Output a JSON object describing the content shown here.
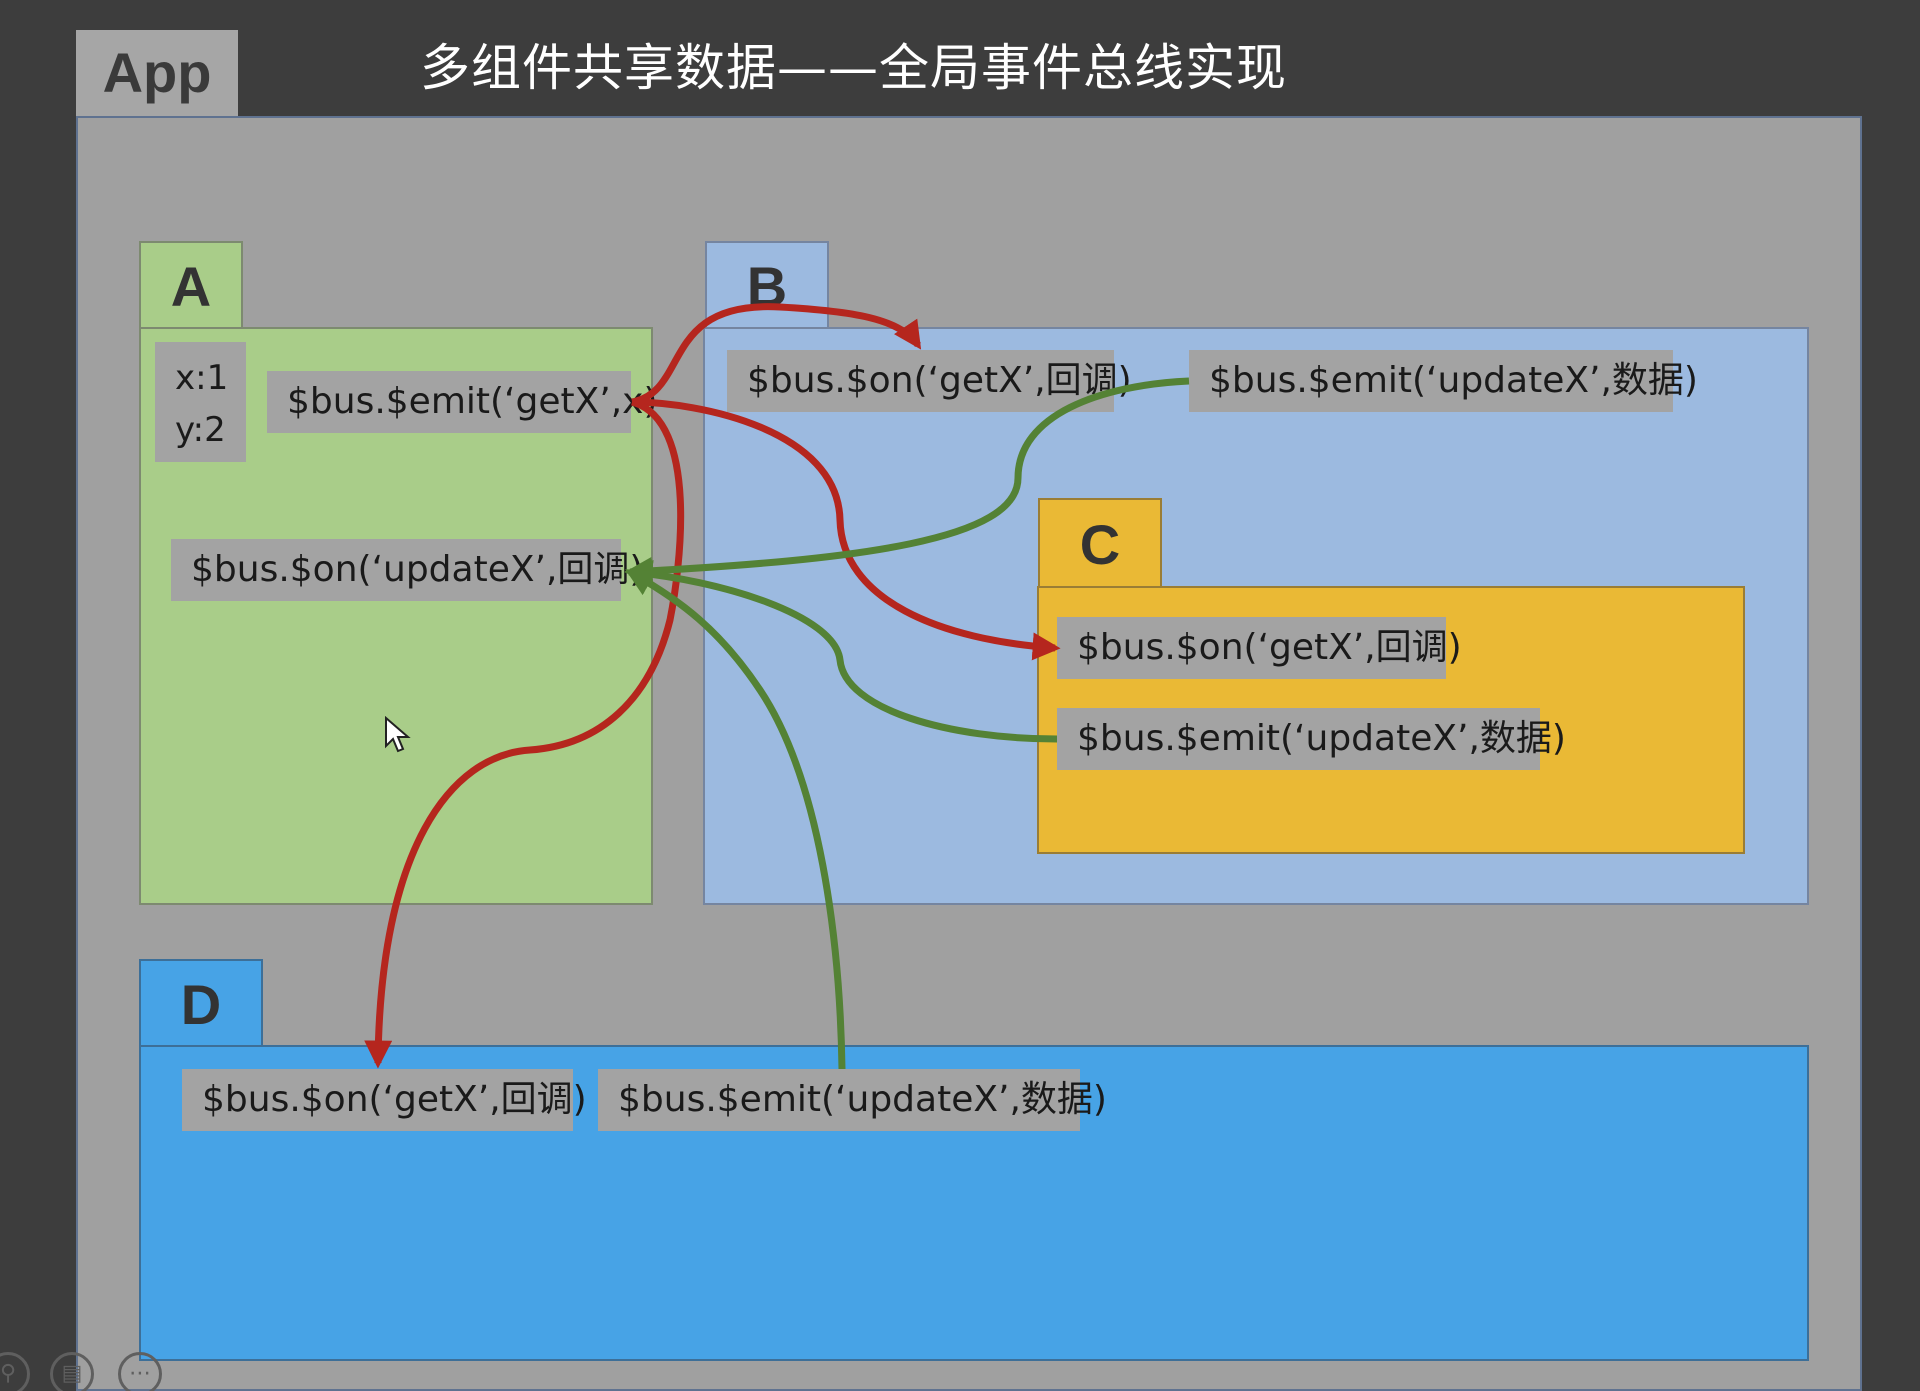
{
  "title": "多组件共享数据——全局事件总线实现",
  "app": {
    "label": "App"
  },
  "components": {
    "a": {
      "label": "A",
      "state": {
        "x": "x:1",
        "y": "y:2"
      },
      "emit": "$bus.$emit(‘getX’,x)",
      "on": "$bus.$on(‘updateX’,回调)"
    },
    "b": {
      "label": "B",
      "on": "$bus.$on(‘getX’,回调)",
      "emit": "$bus.$emit(‘updateX’,数据)"
    },
    "c": {
      "label": "C",
      "on": "$bus.$on(‘getX’,回调)",
      "emit": "$bus.$emit(‘updateX’,数据)"
    },
    "d": {
      "label": "D",
      "on": "$bus.$on(‘getX’,回调)",
      "emit": "$bus.$emit(‘updateX’,数据)"
    }
  },
  "colors": {
    "a": "#a9cd89",
    "b": "#9cbae0",
    "c": "#eab935",
    "d": "#47a3e6",
    "getx_arrow": "#b5261e",
    "updatex_arrow": "#548235"
  },
  "toolbar_icons": [
    "search-icon",
    "page-icon",
    "more-icon"
  ]
}
